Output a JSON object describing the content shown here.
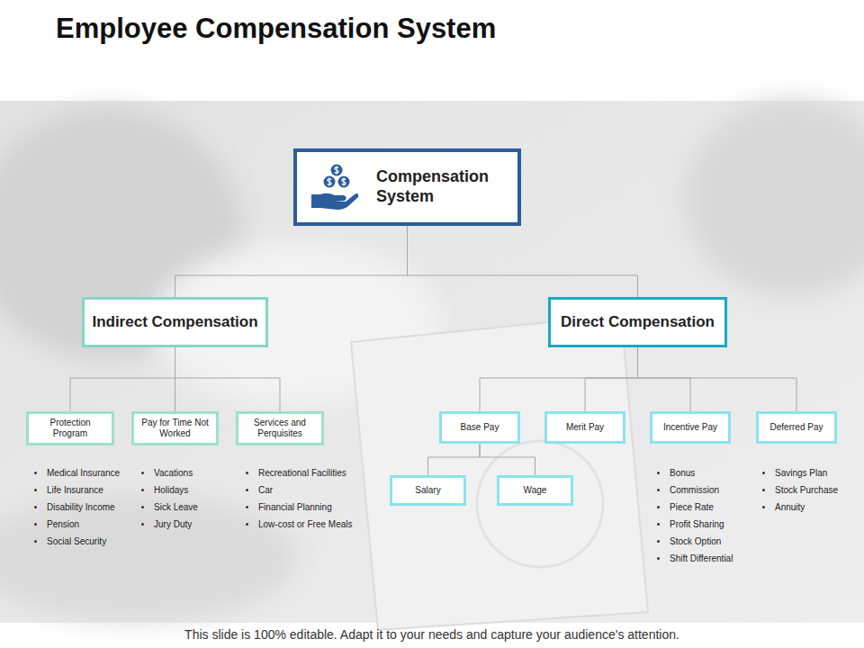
{
  "diagram": {
    "title": "Employee Compensation System",
    "caption": "This slide is 100% editable. Adapt it to your needs and capture your audience's attention.",
    "nodes": [
      {
        "text": [
          "Compensation System"
        ]
      },
      {
        "text": [
          "Indirect Compensation"
        ]
      },
      {
        "text": [
          "Direct Compensation"
        ]
      },
      {
        "text": [
          "Protection Program"
        ]
      },
      {
        "text": [
          "Pay for Time Not Worked"
        ]
      },
      {
        "text": [
          "Services and Perquisites"
        ]
      },
      {
        "text": [
          "Base Pay"
        ]
      },
      {
        "text": [
          "Merit Pay"
        ]
      },
      {
        "text": [
          "Incentive Pay"
        ]
      },
      {
        "text": [
          "Deferred Pay"
        ]
      },
      {
        "text": [
          "Salary"
        ]
      },
      {
        "text": [
          "Wage"
        ]
      }
    ],
    "edges": [
      {
        "from": 0,
        "to": 1,
        "arrow": "none"
      },
      {
        "from": 0,
        "to": 2,
        "arrow": "none"
      },
      {
        "from": 1,
        "to": 3,
        "arrow": "none"
      },
      {
        "from": 1,
        "to": 4,
        "arrow": "none"
      },
      {
        "from": 1,
        "to": 5,
        "arrow": "none"
      },
      {
        "from": 2,
        "to": 6,
        "arrow": "none"
      },
      {
        "from": 2,
        "to": 7,
        "arrow": "none"
      },
      {
        "from": 2,
        "to": 8,
        "arrow": "none"
      },
      {
        "from": 2,
        "to": 9,
        "arrow": "none"
      },
      {
        "from": 6,
        "to": 10,
        "arrow": "none"
      },
      {
        "from": 6,
        "to": 11,
        "arrow": "none"
      }
    ],
    "labels": [
      "Medical Insurance",
      "Life Insurance",
      "Disability Income",
      "Pension",
      "Social Security",
      "Vacations",
      "Holidays",
      "Sick Leave",
      "Jury Duty",
      "Recreational Facilities",
      "Car",
      "Financial Planning",
      "Low-cost or Free Meals",
      "Bonus",
      "Commission",
      "Piece Rate",
      "Profit Sharing",
      "Stock Option",
      "Shift Differential",
      "Savings Plan",
      "Stock Purchase",
      "Annuity"
    ]
  }
}
